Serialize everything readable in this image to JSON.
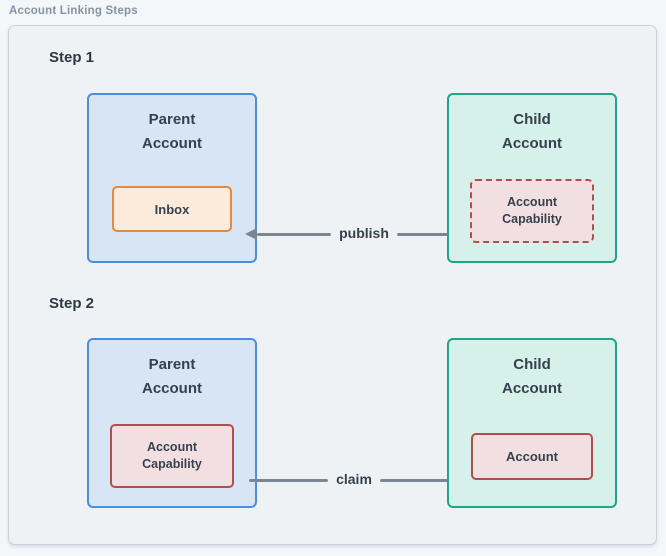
{
  "window": {
    "title": "Account Linking Steps"
  },
  "step1": {
    "label": "Step 1",
    "parent": {
      "title_line1": "Parent",
      "title_line2": "Account",
      "inner_label": "Inbox"
    },
    "child": {
      "title_line1": "Child",
      "title_line2": "Account",
      "inner_line1": "Account",
      "inner_line2": "Capability"
    },
    "arrow": {
      "label": "publish",
      "direction": "left"
    }
  },
  "step2": {
    "label": "Step 2",
    "parent": {
      "title_line1": "Parent",
      "title_line2": "Account",
      "inner_line1": "Account",
      "inner_line2": "Capability"
    },
    "child": {
      "title_line1": "Child",
      "title_line2": "Account",
      "inner_label": "Account"
    },
    "arrow": {
      "label": "claim",
      "direction": "right"
    }
  },
  "colors": {
    "page_bg": "#f4f7f9",
    "container_bg": "#eef2f5",
    "container_border": "#c9d2db",
    "title_text": "#8494a4",
    "heading_text": "#2d3843",
    "node_text": "#36414e",
    "parent_fill": "#d7e5f5",
    "parent_border": "#4a90d9",
    "child_fill": "#d6f0ea",
    "child_border": "#21a48b",
    "orange_fill": "#fceadb",
    "orange_border": "#e5893f",
    "red_fill": "#f2dfe1",
    "red_border": "#ad504d",
    "arrow_color": "#7b8693"
  }
}
